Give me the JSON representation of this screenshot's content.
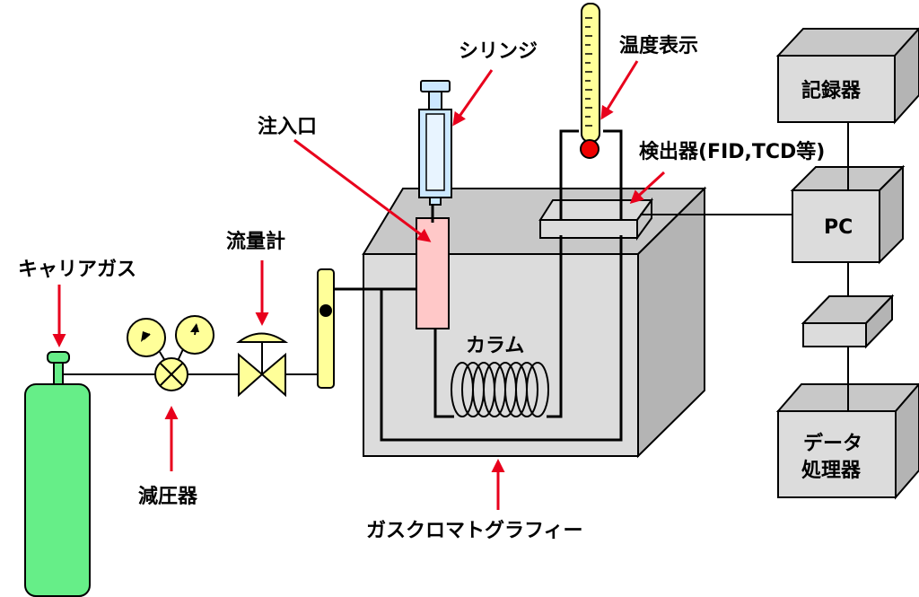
{
  "labels": {
    "carrier_gas": "キャリアガス",
    "pressure_reducer": "減圧器",
    "flow_meter": "流量計",
    "injection_port": "注入口",
    "syringe": "シリンジ",
    "temperature_display": "温度表示",
    "detector": "検出器(FID,TCD等)",
    "column": "カラム",
    "gas_chromatograph": "ガスクロマトグラフィー",
    "recorder": "記録器",
    "pc": "PC",
    "data_processor_line1": "データ",
    "data_processor_line2": "処理器"
  },
  "colors": {
    "gas_cylinder": "#66ee88",
    "gauge": "#ffff99",
    "valve": "#ffff99",
    "flow_meter": "#ffff99",
    "injection_port": "#ffc8c8",
    "syringe": "#cce8ff",
    "thermometer": "#ffff99",
    "thermometer_bulb": "#ee0000",
    "oven_front": "#dcdcdc",
    "oven_top": "#c8c8c8",
    "oven_side": "#b4b4b4",
    "box_front": "#dcdcdc",
    "box_top": "#c8c8c8",
    "box_side": "#b4b4b4",
    "arrow": "#e8001c"
  }
}
